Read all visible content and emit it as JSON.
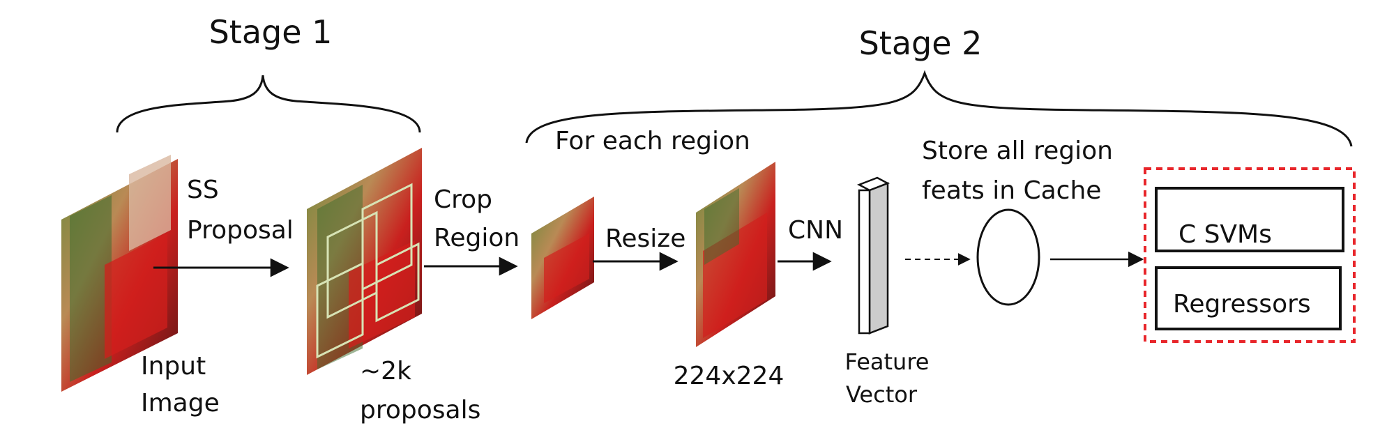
{
  "stages": {
    "stage1": "Stage 1",
    "stage2": "Stage 2"
  },
  "labels": {
    "input_line1": "Input",
    "input_line2": "Image",
    "ss_line1": "SS",
    "ss_line2": "Proposal",
    "proposals_line1": "~2k",
    "proposals_line2": "proposals",
    "crop_line1": "Crop",
    "crop_line2": "Region",
    "for_each_region": "For each region",
    "resize": "Resize",
    "size": "224x224",
    "cnn": "CNN",
    "feature_line1": "Feature",
    "feature_line2": "Vector",
    "cache_line1": "Store all region",
    "cache_line2": "feats in Cache",
    "svms": "C SVMs",
    "regressors": "Regressors"
  },
  "colors": {
    "dashed_box": "#e8262b",
    "proposal_box": "#d7e3b5",
    "line": "#111111"
  }
}
